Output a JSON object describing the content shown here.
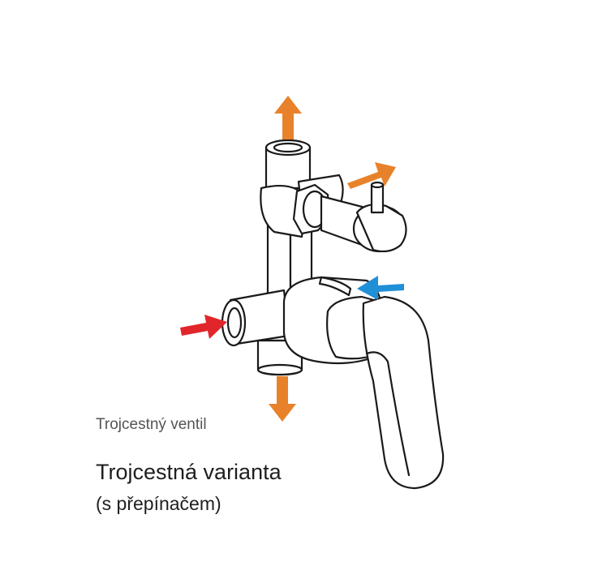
{
  "labels": {
    "small_caption": "Trojcestný ventil",
    "title": "Trojcestná varianta",
    "subtitle": "(s přepínačem)"
  },
  "colors": {
    "outlet_arrow": "#e8822a",
    "hot_inlet_arrow": "#e1262b",
    "cold_inlet_arrow": "#1f8fd8",
    "line": "#1a1a1a",
    "body_fill": "#ffffff"
  },
  "icons": {
    "outlet_top": "arrow-up-icon",
    "outlet_side": "arrow-right-icon",
    "outlet_bottom": "arrow-down-icon",
    "hot_inlet": "arrow-right-icon",
    "cold_inlet": "arrow-left-icon"
  }
}
